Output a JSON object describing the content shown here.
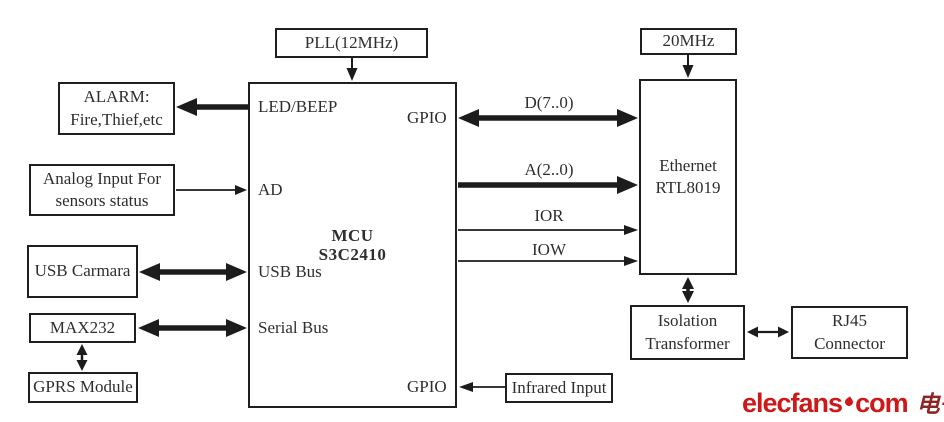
{
  "boxes": {
    "pll": {
      "label": "PLL(12MHz)"
    },
    "alarm": {
      "line1": "ALARM:",
      "line2": "Fire,Thief,etc"
    },
    "analog": {
      "line1": "Analog Input For",
      "line2": "sensors status"
    },
    "usb_camera": {
      "label": "USB Carmara"
    },
    "max232": {
      "label": "MAX232"
    },
    "gprs": {
      "label": "GPRS Module"
    },
    "clock20": {
      "label": "20MHz"
    },
    "ethernet": {
      "line1": "Ethernet",
      "line2": "RTL8019"
    },
    "isolation": {
      "line1": "Isolation",
      "line2": "Transformer"
    },
    "rj45": {
      "line1": "RJ45",
      "line2": "Connector"
    },
    "infrared": {
      "label": "Infrared Input"
    }
  },
  "mcu": {
    "name": "MCU",
    "part": "S3C2410",
    "ports": {
      "led_beep": "LED/BEEP",
      "gpio_top": "GPIO",
      "ad": "AD",
      "usb_bus": "USB Bus",
      "serial_bus": "Serial Bus",
      "gpio_bottom": "GPIO"
    }
  },
  "buses": {
    "data": "D(7..0)",
    "address": "A(2..0)",
    "ior": "IOR",
    "iow": "IOW"
  },
  "watermark": {
    "brand": "elecfans",
    "tld": "com",
    "cjk_name": "电子发烧友",
    "brand_color": "#cc1a1a",
    "cjk_color": "#8e2525"
  },
  "colors": {
    "line": "#1c1c1c",
    "background": "#ffffff"
  }
}
